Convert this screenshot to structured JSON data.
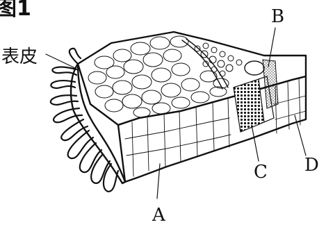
{
  "figure": {
    "title": "图1",
    "labels": {
      "epidermis": "表皮",
      "A": "A",
      "B": "B",
      "C": "C",
      "D": "D"
    }
  }
}
